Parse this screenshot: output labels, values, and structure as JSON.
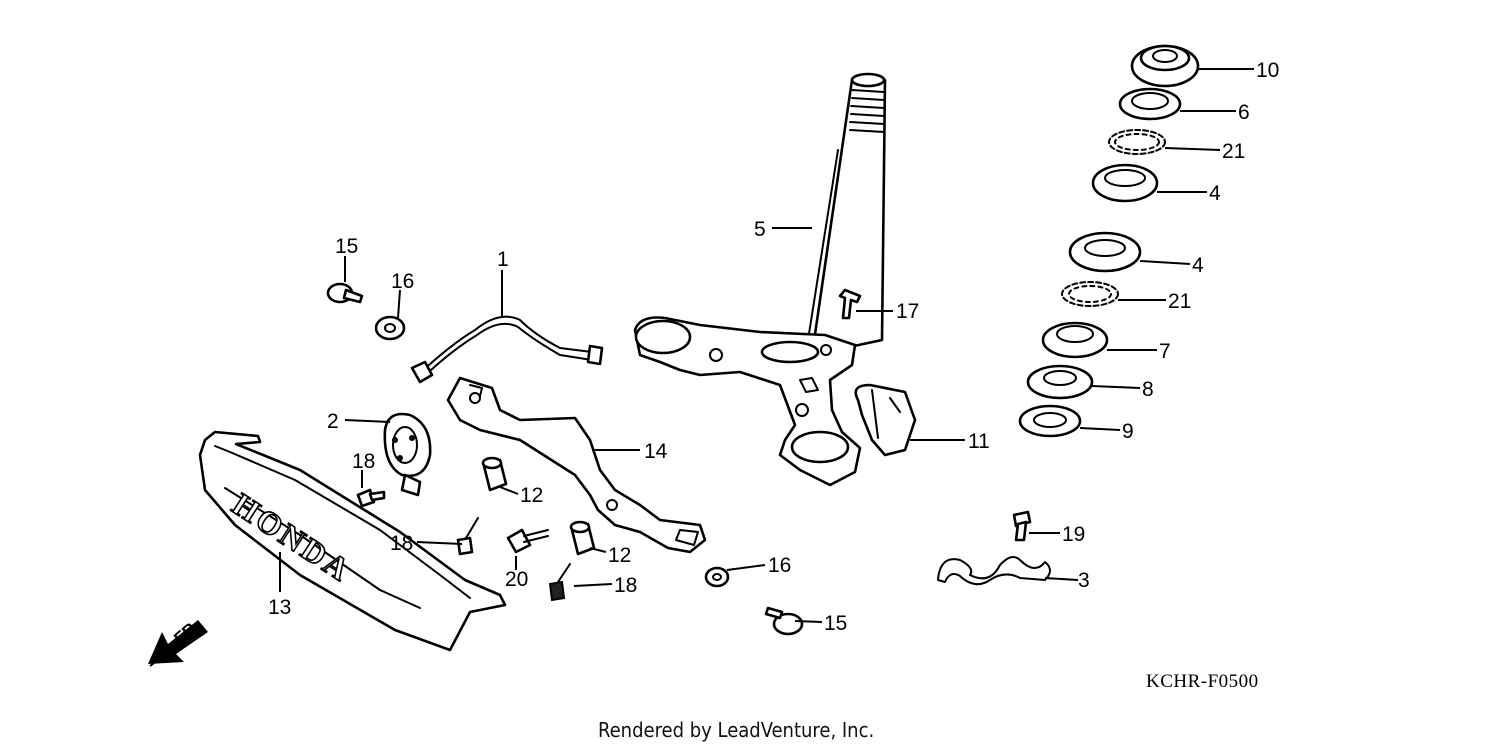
{
  "diagram": {
    "code": "KCHR-F0500",
    "credit": "Rendered by LeadVenture, Inc.",
    "front_marker": "FR.",
    "brand_text": "HONDA",
    "callouts": {
      "c1": "1",
      "c2": "2",
      "c3": "3",
      "c4a": "4",
      "c4b": "4",
      "c5": "5",
      "c6": "6",
      "c7": "7",
      "c8": "8",
      "c9": "9",
      "c10": "10",
      "c11": "11",
      "c12a": "12",
      "c12b": "12",
      "c13": "13",
      "c14": "14",
      "c15a": "15",
      "c15b": "15",
      "c16a": "16",
      "c16b": "16",
      "c17": "17",
      "c18a": "18",
      "c18b": "18",
      "c18c": "18",
      "c19": "19",
      "c20": "20",
      "c21a": "21",
      "c21b": "21"
    }
  }
}
